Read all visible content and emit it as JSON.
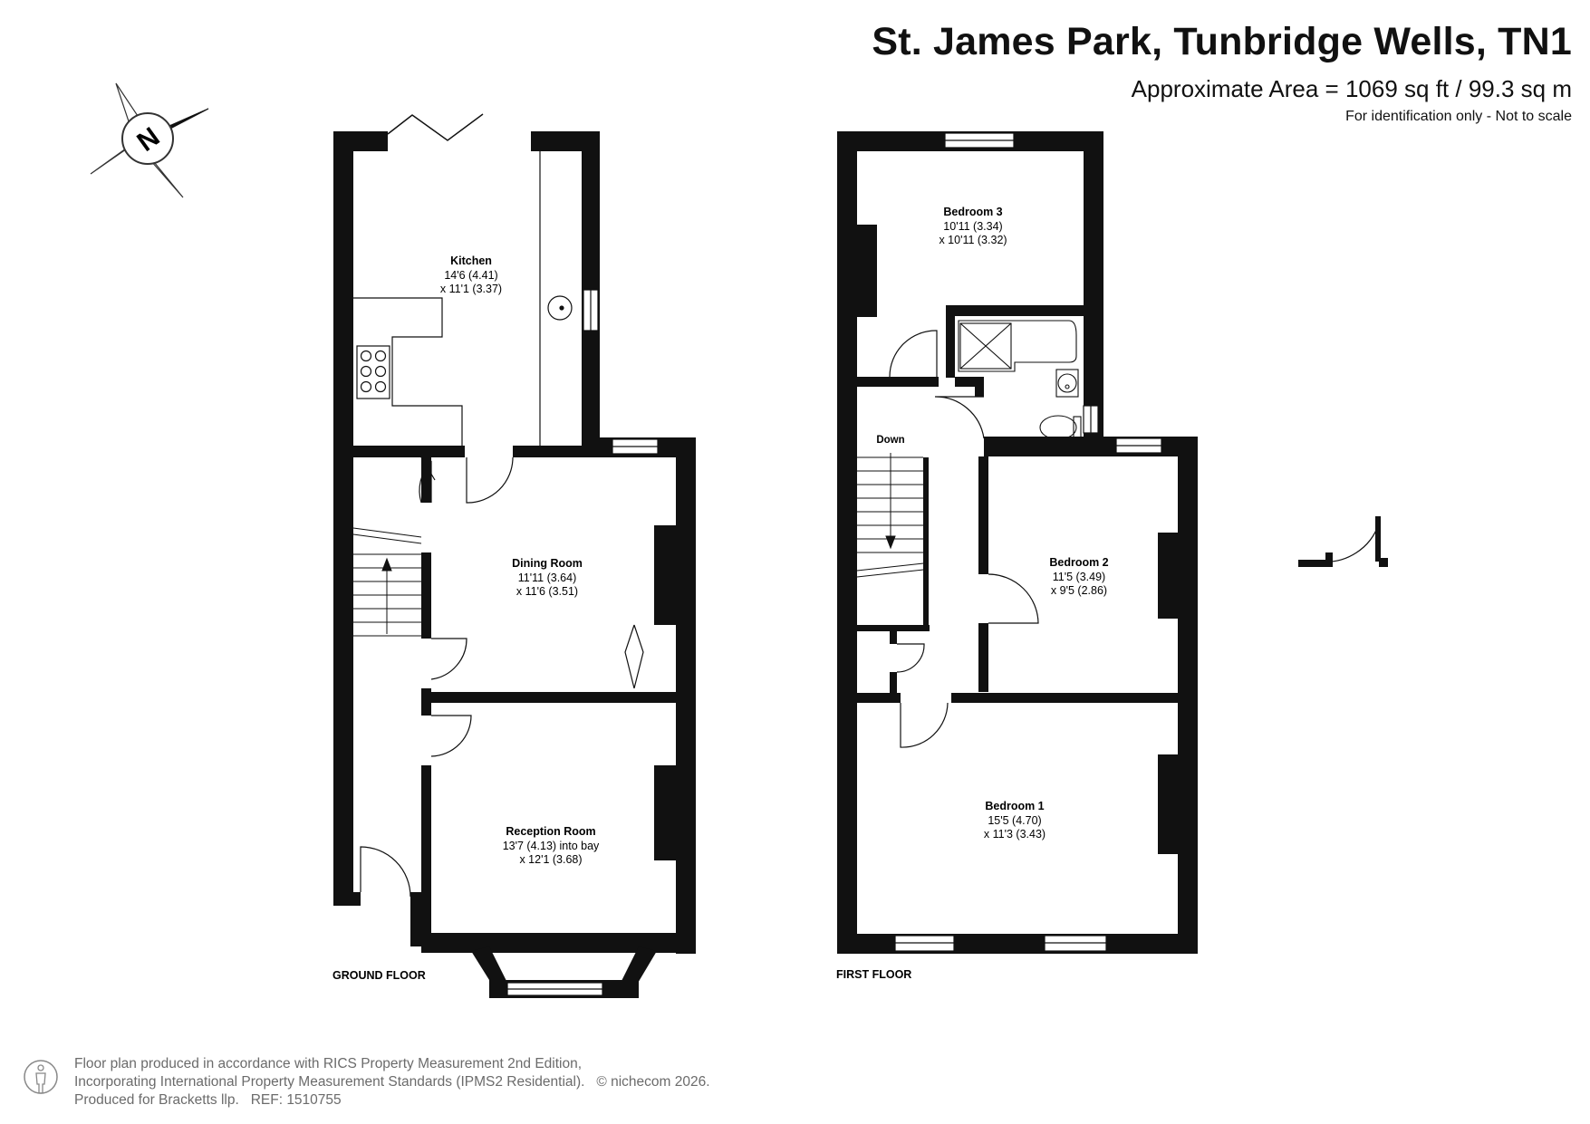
{
  "header": {
    "title": "St. James Park, Tunbridge Wells, TN1",
    "area": "Approximate Area = 1069 sq ft / 99.3 sq m",
    "note": "For identification only - Not to scale"
  },
  "compass": {
    "label": "N"
  },
  "floors": {
    "ground": {
      "label": "GROUND FLOOR",
      "rooms": {
        "kitchen": {
          "name": "Kitchen",
          "dim1": "14'6 (4.41)",
          "dim2": "x 11'1 (3.37)"
        },
        "dining": {
          "name": "Dining Room",
          "dim1": "11'11 (3.64)",
          "dim2": "x 11'6 (3.51)"
        },
        "reception": {
          "name": "Reception Room",
          "dim1": "13'7 (4.13) into bay",
          "dim2": "x 12'1 (3.68)"
        }
      }
    },
    "first": {
      "label": "FIRST FLOOR",
      "stairs_label": "Down",
      "rooms": {
        "bedroom3": {
          "name": "Bedroom 3",
          "dim1": "10'11 (3.34)",
          "dim2": "x 10'11 (3.32)"
        },
        "bedroom2": {
          "name": "Bedroom 2",
          "dim1": "11'5 (3.49)",
          "dim2": "x 9'5 (2.86)"
        },
        "bedroom1": {
          "name": "Bedroom 1",
          "dim1": "15'5 (4.70)",
          "dim2": "x 11'3 (3.43)"
        }
      }
    }
  },
  "footer": {
    "line1": "Floor plan produced in accordance with RICS Property Measurement 2nd Edition,",
    "line2": "Incorporating International Property Measurement Standards (IPMS2 Residential).",
    "copyright": "© nichecom 2026.",
    "line3": "Produced for Bracketts llp.",
    "ref": "REF:  1510755"
  }
}
